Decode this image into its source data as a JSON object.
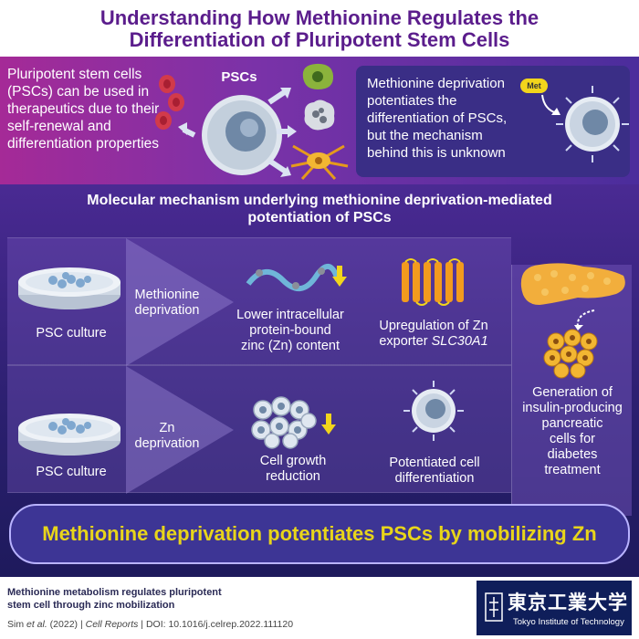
{
  "title": {
    "line1": "Understanding How Methionine Regulates the",
    "line2": "Differentiation of Pluripotent Stem Cells"
  },
  "intro": {
    "text": "Pluripotent stem cells (PSCs) can be used in therapeutics due to their self-renewal and differentiation properties",
    "pscs_label": "PSCs"
  },
  "unknown_box": {
    "text": "Methionine deprivation potentiates the differentiation of PSCs, but the mechanism behind this is unknown",
    "met_label": "Met"
  },
  "mechanism": {
    "line1": "Molecular mechanism underlying methionine deprivation-mediated",
    "line2": "potentiation of PSCs"
  },
  "row1": {
    "culture": "PSC culture",
    "treatment_line1": "Methionine",
    "treatment_line2": "deprivation",
    "effect_line1": "Lower intracellular",
    "effect_line2": "protein-bound",
    "effect_line3": "zinc (Zn) content",
    "up_line1": "Upregulation of Zn",
    "up_line2_prefix": "exporter ",
    "up_line2_gene": "SLC30A1"
  },
  "row2": {
    "culture": "PSC culture",
    "treatment_line1": "Zn",
    "treatment_line2": "deprivation",
    "effect_line1": "Cell growth",
    "effect_line2": "reduction",
    "result_line1": "Potentiated cell",
    "result_line2": "differentiation"
  },
  "outcome": {
    "line1": "Generation of",
    "line2": "insulin-producing",
    "line3": "pancreatic",
    "line4": "cells for",
    "line5": "diabetes",
    "line6": "treatment"
  },
  "banner": "Methionine deprivation potentiates PSCs by mobilizing Zn",
  "footer": {
    "title_line1": "Methionine metabolism regulates pluripotent",
    "title_line2": "stem cell through zinc mobilization",
    "author": "Sim ",
    "etal": "et al.",
    "year": " (2022) | ",
    "journal": "Cell Reports",
    "doi": " | DOI: 10.1016/j.celrep.2022.111120",
    "logo_jp": "東京工業大学",
    "logo_en": "Tokyo Institute of Technology"
  },
  "colors": {
    "title": "#5b1d8c",
    "banner_text": "#e8d51a",
    "arrow_yellow": "#f2d51c",
    "logo_bg": "#0f1e5a"
  },
  "icons": [
    "pluripotent-stem-cell-icon",
    "red-blood-cell-icon",
    "green-cell-icon",
    "grey-cell-icon",
    "neuron-icon",
    "met-badge-icon",
    "petri-dish-icon",
    "protein-chain-icon",
    "down-arrow-icon",
    "membrane-transporter-icon",
    "cell-cluster-icon",
    "pancreas-icon",
    "islet-cells-icon"
  ]
}
